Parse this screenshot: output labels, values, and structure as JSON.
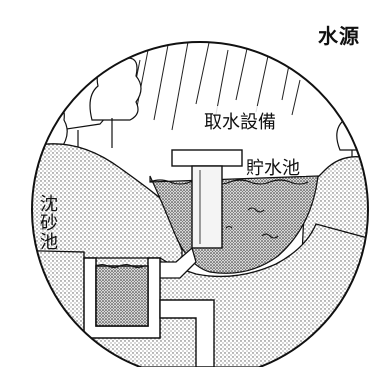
{
  "title": "水源",
  "labels": {
    "intake": "取水設備",
    "reservoir": "貯水池",
    "settling_basin": "沈砂池"
  }
}
